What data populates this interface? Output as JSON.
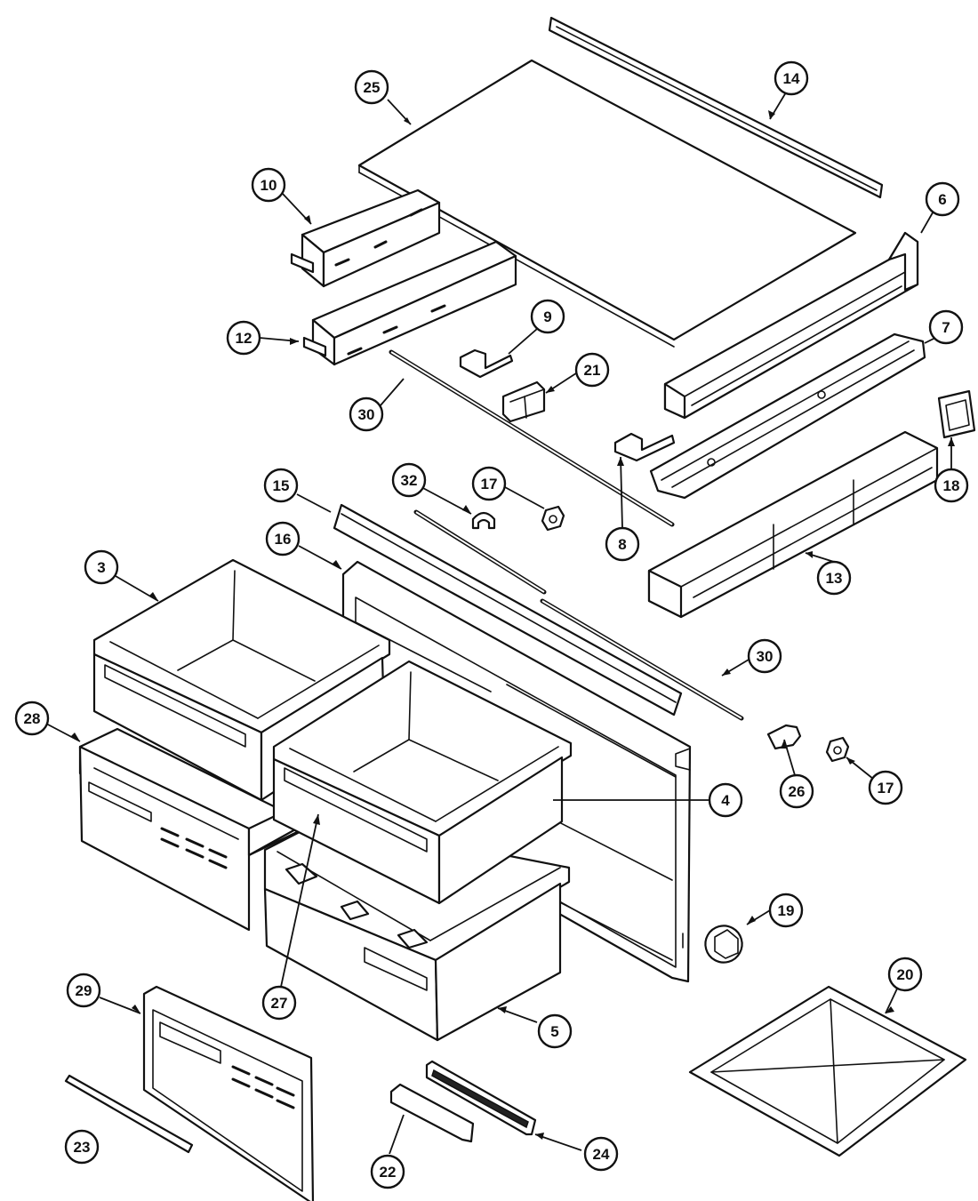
{
  "diagram": {
    "callouts": [
      {
        "label": "25"
      },
      {
        "label": "14"
      },
      {
        "label": "10"
      },
      {
        "label": "6"
      },
      {
        "label": "12"
      },
      {
        "label": "9"
      },
      {
        "label": "7"
      },
      {
        "label": "21"
      },
      {
        "label": "30"
      },
      {
        "label": "18"
      },
      {
        "label": "32"
      },
      {
        "label": "17"
      },
      {
        "label": "8"
      },
      {
        "label": "15"
      },
      {
        "label": "16"
      },
      {
        "label": "13"
      },
      {
        "label": "3"
      },
      {
        "label": "30"
      },
      {
        "label": "28"
      },
      {
        "label": "4"
      },
      {
        "label": "26"
      },
      {
        "label": "17"
      },
      {
        "label": "19"
      },
      {
        "label": "27"
      },
      {
        "label": "29"
      },
      {
        "label": "20"
      },
      {
        "label": "5"
      },
      {
        "label": "23"
      },
      {
        "label": "22"
      },
      {
        "label": "24"
      }
    ]
  }
}
